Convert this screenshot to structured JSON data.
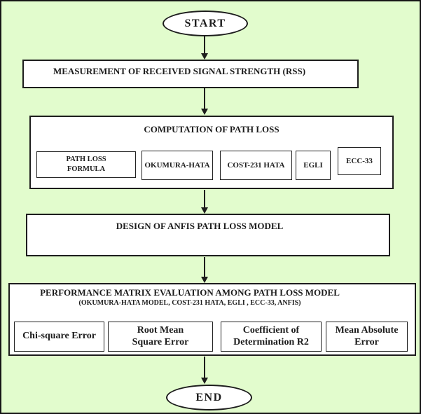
{
  "palette": {
    "canvas_background": "#e2fccd",
    "shape_fill": "#ffffff",
    "line_color": "#1d1d1d"
  },
  "flowchart": {
    "start_label": "START",
    "end_label": "END",
    "steps": {
      "measurement": {
        "label": "MEASUREMENT OF RECEIVED SIGNAL STRENGTH (RSS)"
      },
      "computation": {
        "title": "COMPUTATION OF PATH LOSS",
        "models": [
          {
            "name": "path-loss-formula",
            "lines": [
              "PATH LOSS",
              "FORMULA"
            ]
          },
          {
            "name": "okumura-hata",
            "lines": [
              "OKUMURA-HATA"
            ]
          },
          {
            "name": "cost-231-hata",
            "lines": [
              "COST-231 HATA"
            ]
          },
          {
            "name": "egli",
            "lines": [
              "EGLI"
            ]
          },
          {
            "name": "ecc-33",
            "lines": [
              "ECC-33"
            ]
          }
        ]
      },
      "anfis_design": {
        "label": "DESIGN OF ANFIS PATH LOSS MODEL"
      },
      "performance": {
        "title": "PERFORMANCE MATRIX EVALUATION AMONG PATH LOSS MODEL",
        "subtitle": "(OKUMURA-HATA MODEL, COST-231 HATA, EGLI , ECC-33, ANFIS)",
        "metrics": [
          {
            "name": "chi-square-error",
            "lines": [
              "Chi-square Error"
            ]
          },
          {
            "name": "root-mean-square-error",
            "lines": [
              "Root Mean",
              "Square Error"
            ]
          },
          {
            "name": "coefficient-of-determination-r2",
            "lines": [
              "Coefficient of",
              "Determination R2"
            ]
          },
          {
            "name": "mean-absolute-error",
            "lines": [
              "Mean Absolute",
              "Error"
            ]
          }
        ]
      }
    }
  }
}
